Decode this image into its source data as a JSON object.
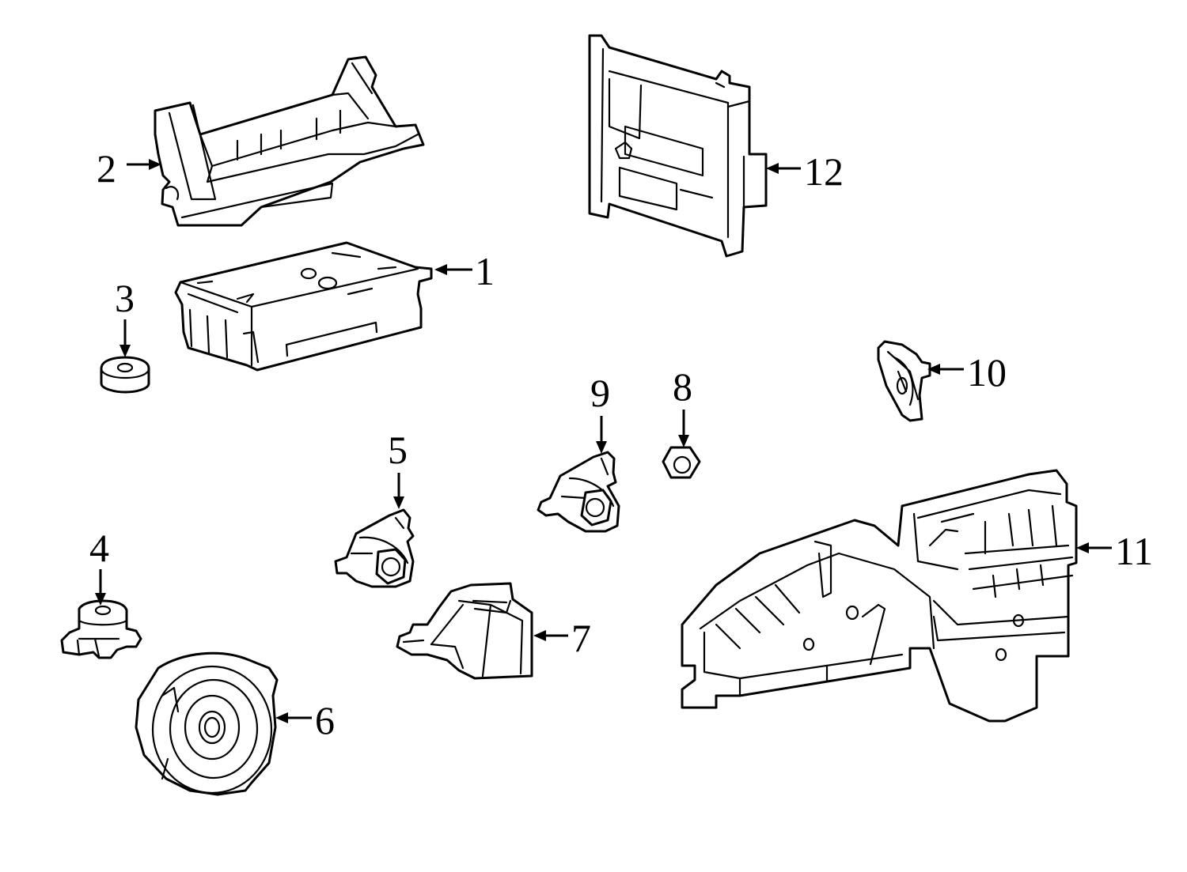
{
  "colors": {
    "line": "#000000",
    "background": "#ffffff"
  },
  "callouts": [
    {
      "key": "c1",
      "label": "1"
    },
    {
      "key": "c2",
      "label": "2"
    },
    {
      "key": "c3",
      "label": "3"
    },
    {
      "key": "c4",
      "label": "4"
    },
    {
      "key": "c5",
      "label": "5"
    },
    {
      "key": "c6",
      "label": "6"
    },
    {
      "key": "c7",
      "label": "7"
    },
    {
      "key": "c8",
      "label": "8"
    },
    {
      "key": "c9",
      "label": "9"
    },
    {
      "key": "c10",
      "label": "10"
    },
    {
      "key": "c11",
      "label": "11"
    },
    {
      "key": "c12",
      "label": "12"
    }
  ]
}
